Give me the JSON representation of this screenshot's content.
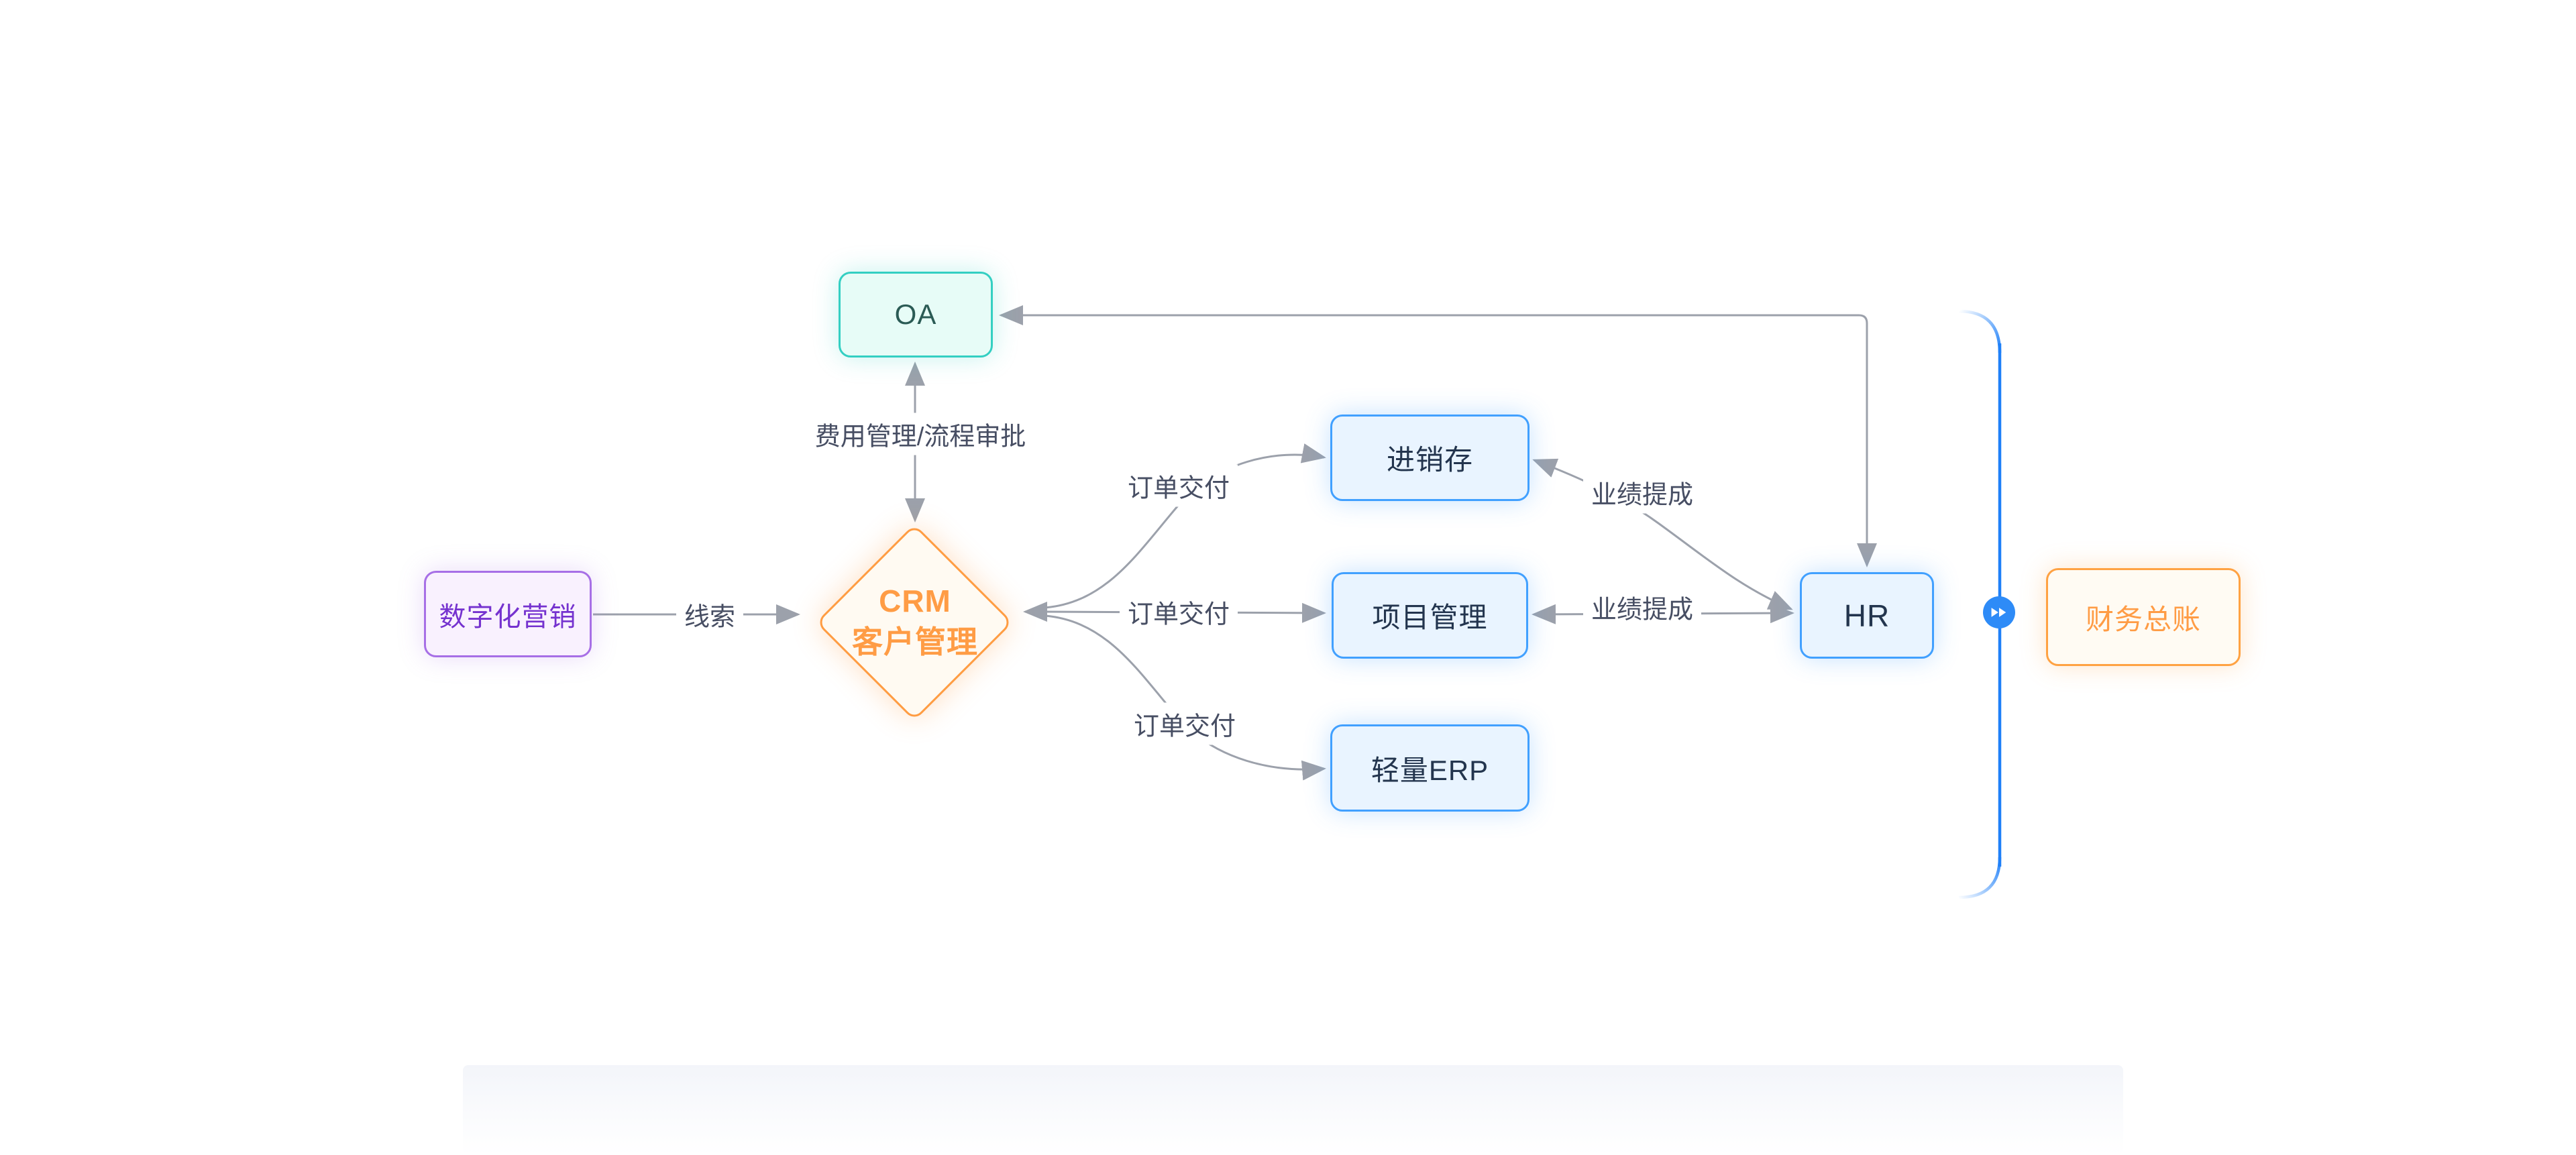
{
  "diagram": {
    "nodes": {
      "marketing": {
        "label": "数字化营销"
      },
      "oa": {
        "label": "OA"
      },
      "crm": {
        "line1": "CRM",
        "line2": "客户管理"
      },
      "inventory": {
        "label": "进销存"
      },
      "project": {
        "label": "项目管理"
      },
      "erp": {
        "label": "轻量ERP"
      },
      "hr": {
        "label": "HR"
      },
      "finance": {
        "label": "财务总账"
      }
    },
    "edge_labels": {
      "leads": "线索",
      "expense_approval": "费用管理/流程审批",
      "order_delivery_top": "订单交付",
      "order_delivery_mid": "订单交付",
      "order_delivery_bottom": "订单交付",
      "commission_top": "业绩提成",
      "commission_bottom": "业绩提成"
    },
    "icons": {
      "fast_forward": "fast-forward-icon"
    },
    "colors": {
      "teal_border": "#33CFC2",
      "purple_border": "#A76FE6",
      "blue_border": "#41A0FF",
      "orange_border": "#FF9C42",
      "line_gray": "#9CA1AB",
      "label_text": "#474E63",
      "bracket_blue": "#1F80F8",
      "button_blue": "#2E8BF7"
    }
  }
}
